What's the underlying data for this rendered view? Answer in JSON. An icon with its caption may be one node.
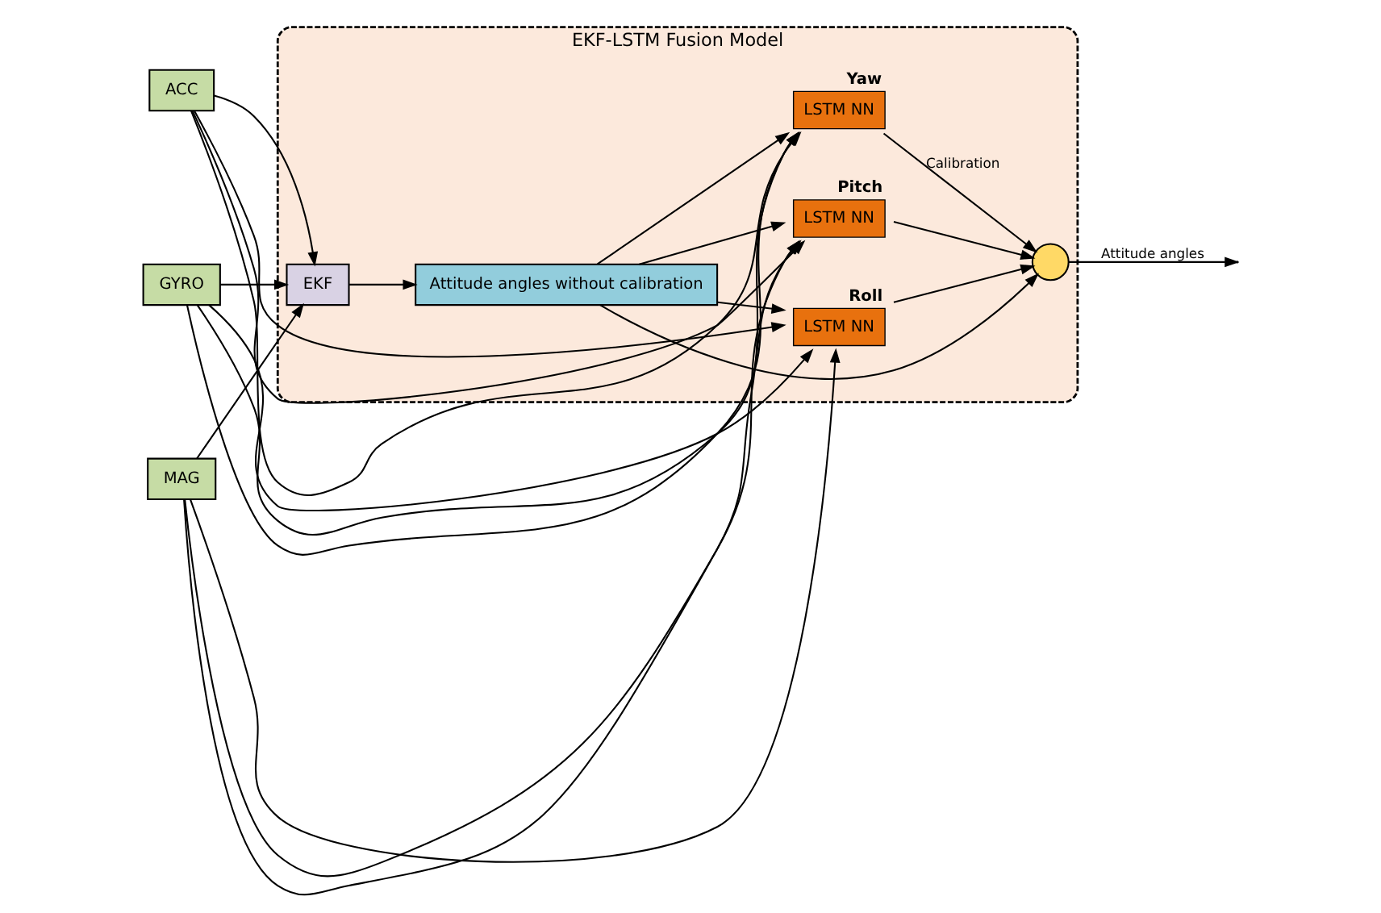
{
  "diagram": {
    "nodes": [
      {
        "text": [
          "EKF-LSTM Fusion Model"
        ]
      },
      {
        "text": [
          "ACC"
        ]
      },
      {
        "text": [
          "GYRO"
        ]
      },
      {
        "text": [
          "MAG"
        ]
      },
      {
        "text": [
          "EKF"
        ],
        "in": 0
      },
      {
        "text": [
          "Attitude angles without calibration"
        ],
        "in": 0
      },
      {
        "text": [],
        "shape": "circle",
        "in": 0
      },
      {
        "text": [
          "LSTM NN"
        ],
        "in": 0,
        "beside": [
          "Roll"
        ]
      },
      {
        "text": [
          "LSTM NN"
        ],
        "in": 0,
        "beside": [
          "Pitch"
        ]
      },
      {
        "text": [
          "LSTM NN"
        ],
        "in": 0,
        "beside": [
          "Yaw"
        ]
      }
    ],
    "edges": [
      {
        "from": 1,
        "to": 4,
        "arrow": "to"
      },
      {
        "from": 2,
        "to": 4,
        "arrow": "to"
      },
      {
        "from": 3,
        "to": 4,
        "arrow": "to"
      },
      {
        "from": 4,
        "to": 5,
        "arrow": "to"
      },
      {
        "from": 5,
        "to": 6,
        "arrow": "to"
      },
      {
        "from": 1,
        "to": 7,
        "arrow": "to"
      },
      {
        "from": 1,
        "to": 8,
        "arrow": "to"
      },
      {
        "from": 1,
        "to": 9,
        "arrow": "to"
      },
      {
        "from": 2,
        "to": 7,
        "arrow": "to"
      },
      {
        "from": 2,
        "to": 8,
        "arrow": "to"
      },
      {
        "from": 2,
        "to": 9,
        "arrow": "to"
      },
      {
        "from": 3,
        "to": 7,
        "arrow": "to"
      },
      {
        "from": 3,
        "to": 8,
        "arrow": "to"
      },
      {
        "from": 3,
        "to": 9,
        "arrow": "to"
      },
      {
        "from": 5,
        "to": 7,
        "arrow": "to"
      },
      {
        "from": 5,
        "to": 8,
        "arrow": "to"
      },
      {
        "from": 5,
        "to": 9,
        "arrow": "to"
      },
      {
        "from": 7,
        "to": 6,
        "arrow": "to"
      },
      {
        "from": 8,
        "to": 6,
        "arrow": "to"
      },
      {
        "from": 9,
        "to": 6,
        "arrow": "to",
        "label": "Calibration"
      },
      {
        "from": 6,
        "to": null,
        "arrow": "to",
        "label": "Attitude angles"
      }
    ]
  }
}
